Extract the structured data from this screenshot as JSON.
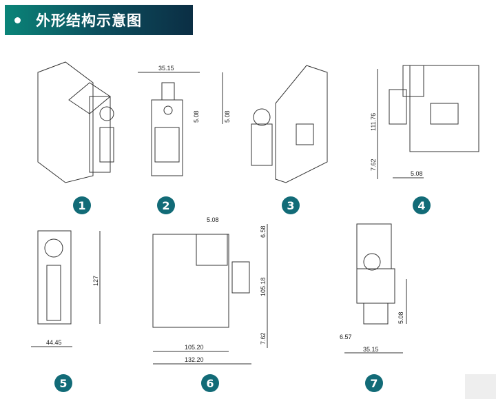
{
  "header": {
    "title": "外形结构示意图"
  },
  "views": [
    {
      "number": "1"
    },
    {
      "number": "2",
      "dims": [
        "35.15",
        "5.08",
        "5.08"
      ]
    },
    {
      "number": "3"
    },
    {
      "number": "4",
      "dims": [
        "111.76",
        "7.62",
        "5.08"
      ]
    },
    {
      "number": "5",
      "dims": [
        "127",
        "44.45"
      ]
    },
    {
      "number": "6",
      "dims": [
        "5.08",
        "6.58",
        "105.18",
        "7.62",
        "105.20",
        "132.20"
      ]
    },
    {
      "number": "7",
      "dims": [
        "6.57",
        "35.15",
        "5.08"
      ]
    }
  ],
  "colors": {
    "header_start": "#0a8478",
    "header_end": "#0b2e44",
    "badge": "#126b77"
  }
}
